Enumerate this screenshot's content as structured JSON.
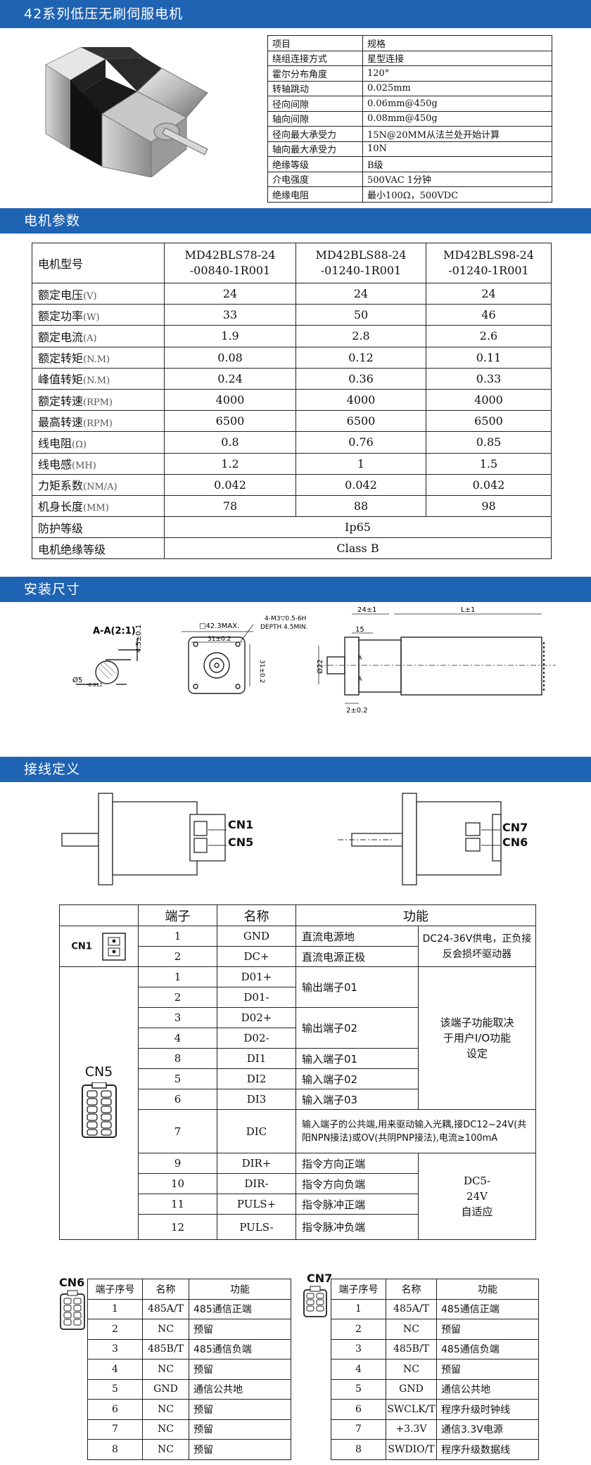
{
  "title": "42系列低压无刷伺服电机",
  "spec_table": [
    [
      "项目",
      "规格"
    ],
    [
      "绕组连接方式",
      "星型连接"
    ],
    [
      "霍尔分布角度",
      "120°"
    ],
    [
      "转轴跳动",
      "0.025mm"
    ],
    [
      "径向间隙",
      "0.06mm@450g"
    ],
    [
      "轴向间隙",
      "0.08mm@450g"
    ],
    [
      "径向最大承受力",
      "15N@20MM从法兰处开始计算"
    ],
    [
      "轴向最大承受力",
      "10N"
    ],
    [
      "绝缘等级",
      "B级"
    ],
    [
      "介电强度",
      "500VAC 1分钟"
    ],
    [
      "绝缘电阻",
      "最小100Ω，500VDC"
    ]
  ],
  "sections": {
    "params": "电机参数",
    "dims": "安装尺寸",
    "wiring": "接线定义"
  },
  "params": {
    "model_label": "电机型号",
    "models": [
      [
        "MD42BLS78-24",
        "-00840-1R001"
      ],
      [
        "MD42BLS88-24",
        "-01240-1R001"
      ],
      [
        "MD42BLS98-24",
        "-01240-1R001"
      ]
    ],
    "rows": [
      {
        "label": "额定电压",
        "unit": "(V)",
        "values": [
          "24",
          "24",
          "24"
        ]
      },
      {
        "label": "额定功率",
        "unit": "(W)",
        "values": [
          "33",
          "50",
          "46"
        ]
      },
      {
        "label": "额定电流",
        "unit": "(A)",
        "values": [
          "1.9",
          "2.8",
          "2.6"
        ]
      },
      {
        "label": "额定转矩",
        "unit": "(N.M)",
        "values": [
          "0.08",
          "0.12",
          "0.11"
        ]
      },
      {
        "label": "峰值转矩",
        "unit": "(N.M)",
        "values": [
          "0.24",
          "0.36",
          "0.33"
        ]
      },
      {
        "label": "额定转速",
        "unit": "(RPM)",
        "values": [
          "4000",
          "4000",
          "4000"
        ]
      },
      {
        "label": "最高转速",
        "unit": "(RPM)",
        "values": [
          "6500",
          "6500",
          "6500"
        ]
      },
      {
        "label": "线电阻",
        "unit": "(Ω)",
        "values": [
          "0.8",
          "0.76",
          "0.85"
        ]
      },
      {
        "label": "线电感",
        "unit": "(MH)",
        "values": [
          "1.2",
          "1",
          "1.5"
        ]
      },
      {
        "label": "力矩系数",
        "unit": "(NM/A)",
        "values": [
          "0.042",
          "0.042",
          "0.042"
        ]
      },
      {
        "label": "机身长度",
        "unit": "(MM)",
        "values": [
          "78",
          "88",
          "98"
        ]
      }
    ],
    "protection_label": "防护等级",
    "protection_value": "Ip65",
    "insulation_label": "电机绝缘等级",
    "insulation_value": "Class B"
  },
  "dims": {
    "section_label": "A-A(2:1)",
    "t_45": "4.5±0.1",
    "t_phi5": "Ø5",
    "t_phi5_tol": "-0.012",
    "t_423": "□42.3MAX.",
    "t_31a": "31±0.2",
    "t_31b": "31±0.2",
    "t_m3": "4-M3▽0.5-6H",
    "t_depth": "DEPTH 4.5MIN.",
    "t_24": "24±1",
    "t_L": "L±1",
    "t_15": "15",
    "t_2": "2±0.2",
    "t_phi22": "Ø22",
    "t_A1": "A",
    "t_A2": "A"
  },
  "wiring": {
    "cn1": "CN1",
    "cn5": "CN5",
    "cn7": "CN7",
    "cn6": "CN6",
    "header": [
      "端子",
      "名称",
      "功能"
    ],
    "cn1_rows": [
      [
        "1",
        "GND",
        "直流电源地"
      ],
      [
        "2",
        "DC+",
        "直流电源正极"
      ]
    ],
    "cn1_note": "DC24-36V供电，正负接反会损坏驱动器",
    "cn5_rows_a": [
      [
        "1",
        "D01+"
      ],
      [
        "2",
        "D01-"
      ],
      [
        "3",
        "D02+"
      ],
      [
        "4",
        "D02-"
      ]
    ],
    "out1": "输出端子01",
    "out2": "输出端子02",
    "cn5_rows_b": [
      [
        "8",
        "DI1",
        "输入端子01"
      ],
      [
        "5",
        "DI2",
        "输入端子02"
      ],
      [
        "6",
        "DI3",
        "输入端子03"
      ]
    ],
    "io_note": "该端子功能取决于用户I/O功能设定",
    "dic": [
      "7",
      "DIC",
      "输入端子的公共端,用来驱动输入光耦,接DC12~24V(共阳NPN接法)或OV(共阴PNP接法),电流≥100mA"
    ],
    "cn5_rows_c": [
      [
        "9",
        "DIR+",
        "指令方向正端"
      ],
      [
        "10",
        "DIR-",
        "指令方向负端"
      ],
      [
        "11",
        "PULS+",
        "指令脉冲正端"
      ],
      [
        "12",
        "PULS-",
        "指令脉冲负端"
      ]
    ],
    "dc_note": "DC5-24V 自适应"
  },
  "cn6_table": {
    "label": "CN6",
    "header": [
      "端子序号",
      "名称",
      "功能"
    ],
    "rows": [
      [
        "1",
        "485A/T",
        "485通信正端"
      ],
      [
        "2",
        "NC",
        "预留"
      ],
      [
        "3",
        "485B/T",
        "485通信负端"
      ],
      [
        "4",
        "NC",
        "预留"
      ],
      [
        "5",
        "GND",
        "通信公共地"
      ],
      [
        "6",
        "NC",
        "预留"
      ],
      [
        "7",
        "NC",
        "预留"
      ],
      [
        "8",
        "NC",
        "预留"
      ]
    ]
  },
  "cn7_table": {
    "label": "CN7",
    "header": [
      "端子序号",
      "名称",
      "功能"
    ],
    "rows": [
      [
        "1",
        "485A/T",
        "485通信正端"
      ],
      [
        "2",
        "NC",
        "预留"
      ],
      [
        "3",
        "485B/T",
        "485通信负端"
      ],
      [
        "4",
        "NC",
        "预留"
      ],
      [
        "5",
        "GND",
        "通信公共地"
      ],
      [
        "6",
        "SWCLK/T",
        "程序升级时钟线"
      ],
      [
        "7",
        "+3.3V",
        "通信3.3V电源"
      ],
      [
        "8",
        "SWDIO/T",
        "程序升级数据线"
      ]
    ]
  }
}
